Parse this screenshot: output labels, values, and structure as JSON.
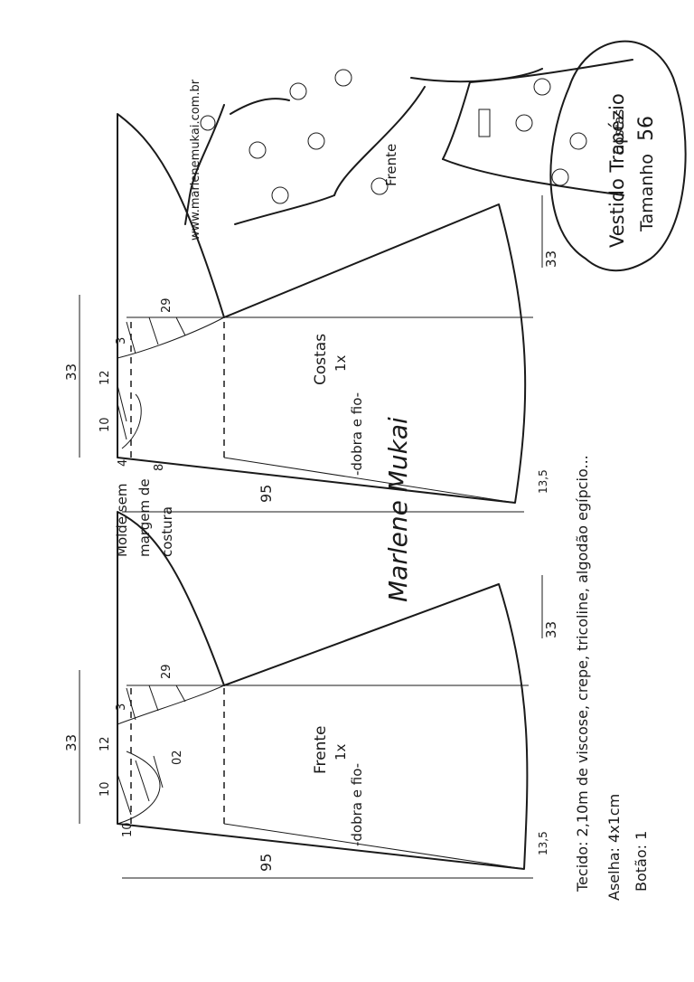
{
  "title": {
    "name": "Vestido Trapézio",
    "size_label": "Tamanho",
    "size_value": "56"
  },
  "website": "www.marlenemukai.com.br",
  "sketch_labels": {
    "front": "Frente",
    "back": "Costas"
  },
  "mold_note": [
    "Molde sem",
    "margem de",
    "costura"
  ],
  "signature": "Marlene Mukai",
  "back_piece": {
    "name": "Costas",
    "qty": "1x",
    "fold": "-dobra e fio-",
    "measures": {
      "shoulder_width": "33",
      "hem_width": "33",
      "neck_width": "10",
      "shoulder": "12",
      "armhole_drop": "3",
      "armhole_depth": "29",
      "neck_depth": "4",
      "placket": "8",
      "length": "95",
      "hem_rise": "13,5"
    }
  },
  "front_piece": {
    "name": "Frente",
    "qty": "1x",
    "fold": "-dobra e fio-",
    "measures": {
      "shoulder_width": "33",
      "hem_width": "33",
      "neck_width": "10",
      "shoulder": "12",
      "armhole_drop": "3",
      "armhole_depth": "29",
      "neck_depth": "10",
      "dart": "02",
      "length": "95",
      "hem_rise": "13,5"
    }
  },
  "materials": {
    "fabric": "Tecido: 2,10m de viscose, crepe, tricoline, algodão egípcio...",
    "loop": "Aselha: 4x1cm",
    "button": "Botão: 1"
  }
}
